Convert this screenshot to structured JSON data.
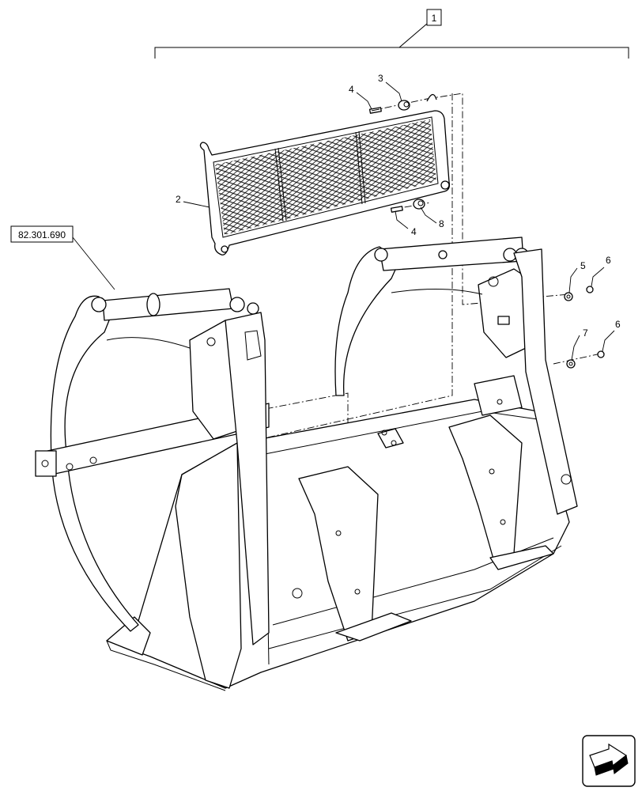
{
  "callouts": {
    "assembly": "1",
    "grid_guard": "2",
    "spacer": "3",
    "bolt_top": "4",
    "bolt_bottom": "4",
    "washer_a": "5",
    "nut_a": "6",
    "washer_b": "7",
    "nut_b": "6",
    "spacer_bottom": "8"
  },
  "reference": {
    "label": "82.301.690"
  },
  "nav": {
    "icon": "next-page-arrow-icon"
  }
}
